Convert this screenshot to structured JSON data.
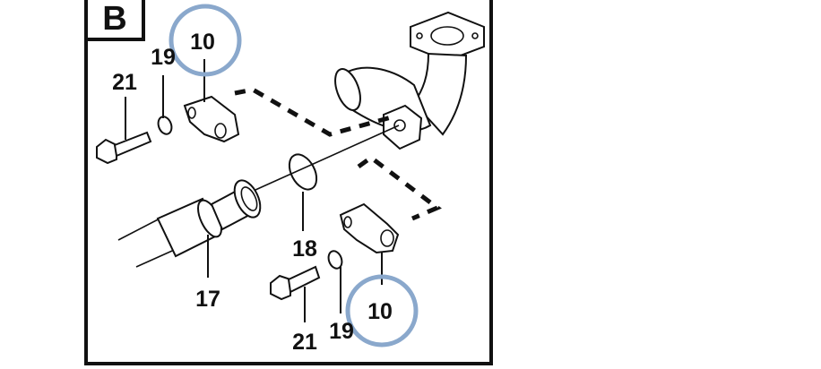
{
  "section": "B",
  "labels": {
    "ref10_top": "10",
    "ref19_top": "19",
    "ref21_top": "21",
    "ref18": "18",
    "ref17": "17",
    "ref21_bottom": "21",
    "ref19_bottom": "19",
    "ref10_bottom": "10"
  },
  "colors": {
    "callout_circle": "#8aa8cc",
    "line_art": "#111111",
    "background": "#ffffff"
  }
}
